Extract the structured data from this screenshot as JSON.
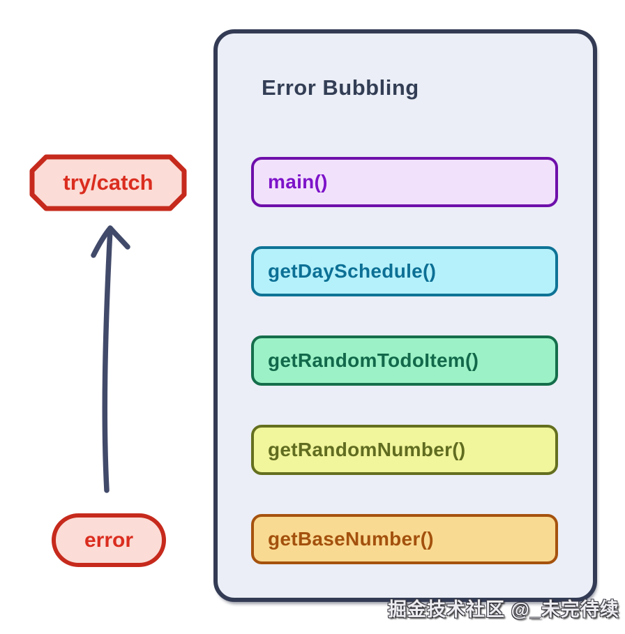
{
  "page": {
    "background": "#FFFFFF"
  },
  "panel": {
    "title": "Error Bubbling",
    "bg": "#EBEEF6",
    "border_color": "#333B54",
    "title_color": "#333E55",
    "call_stack": [
      {
        "label": "main()",
        "fill": "#F2E1FB",
        "border": "#6E0FAA",
        "text": "#7D13C9"
      },
      {
        "label": "getDaySchedule()",
        "fill": "#B5F1FB",
        "border": "#0E7396",
        "text": "#0C7095"
      },
      {
        "label": "getRandomTodoItem()",
        "fill": "#9CF2C6",
        "border": "#156E4B",
        "text": "#11684A"
      },
      {
        "label": "getRandomNumber()",
        "fill": "#F1F59B",
        "border": "#646F1F",
        "text": "#606C20"
      },
      {
        "label": "getBaseNumber()",
        "fill": "#F9DA92",
        "border": "#A5520E",
        "text": "#A3510D"
      }
    ]
  },
  "left_flow": {
    "try_catch_label": "try/catch",
    "error_label": "error",
    "badge_fill": "#FBDCD6",
    "badge_border": "#C62A1C",
    "badge_text_color": "#DA2D1F",
    "arrow_color": "#424A6A"
  },
  "watermark": {
    "text": "掘金技术社区 @_未完待续"
  }
}
